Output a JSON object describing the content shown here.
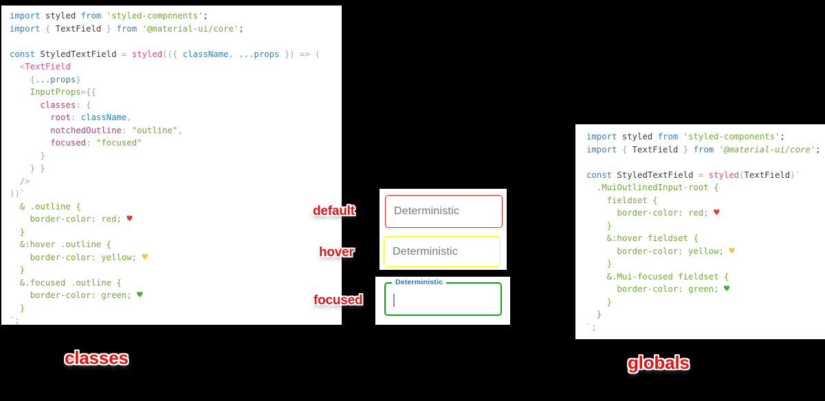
{
  "captions": {
    "left": "classes",
    "right": "globals"
  },
  "demo": {
    "field_text": "Deterministic",
    "state_labels": {
      "default": "default",
      "hover": "hover",
      "focused": "focused"
    },
    "colors": {
      "border_default": "#fb2020",
      "border_hover": "#ffff00",
      "border_focused": "#0da513",
      "focused_label": "#1a73e8",
      "idle_label": "#767676",
      "annotation_red": "#ee1010"
    }
  },
  "syntax_colors": {
    "keyword": "#2e7fc2",
    "plain": "#3a3a3a",
    "punctuation": "#a3a3a3",
    "string_css": "#72a837",
    "function": "#e1487d",
    "object_key": "#bc3c72",
    "heart_red": "#e8382d",
    "heart_yellow": "#f6c433",
    "heart_green": "#3fae36"
  },
  "code_left": {
    "lines": [
      [
        [
          "kw",
          "import"
        ],
        [
          "pl",
          " styled "
        ],
        [
          "kw",
          "from"
        ],
        [
          "str",
          " 'styled-components'"
        ],
        [
          "pl",
          ";"
        ]
      ],
      [
        [
          "kw",
          "import"
        ],
        [
          "pu",
          " { "
        ],
        [
          "pl",
          "TextField"
        ],
        [
          "pu",
          " } "
        ],
        [
          "kw",
          "from"
        ],
        [
          "str",
          " '@material-ui/core'"
        ],
        [
          "pl",
          ";"
        ]
      ],
      [],
      [
        [
          "kw",
          "const"
        ],
        [
          "pl",
          " StyledTextField "
        ],
        [
          "pu",
          "= "
        ],
        [
          "fn",
          "styled"
        ],
        [
          "pu",
          "(({ "
        ],
        [
          "kw",
          "className"
        ],
        [
          "pu",
          ", "
        ],
        [
          "kw",
          "...props"
        ],
        [
          "pu",
          " }) => ("
        ]
      ],
      [
        [
          "pu",
          "  <"
        ],
        [
          "tag",
          "TextField"
        ]
      ],
      [
        [
          "pu",
          "    {"
        ],
        [
          "kw",
          "...props"
        ],
        [
          "pu",
          "}"
        ]
      ],
      [
        [
          "attr",
          "    InputProps"
        ],
        [
          "pu",
          "={{"
        ]
      ],
      [
        [
          "key",
          "      classes"
        ],
        [
          "pu",
          ": {"
        ]
      ],
      [
        [
          "key",
          "        root"
        ],
        [
          "pu",
          ": "
        ],
        [
          "kw",
          "className"
        ],
        [
          "pu",
          ","
        ]
      ],
      [
        [
          "key",
          "        notchedOutline"
        ],
        [
          "pu",
          ": "
        ],
        [
          "str",
          "\"outline\""
        ],
        [
          "pu",
          ","
        ]
      ],
      [
        [
          "key",
          "        focused"
        ],
        [
          "pu",
          ": "
        ],
        [
          "str",
          "\"focused\""
        ]
      ],
      [
        [
          "pu",
          "      }"
        ]
      ],
      [
        [
          "pu",
          "    } }"
        ]
      ],
      [
        [
          "pu",
          "  />"
        ]
      ],
      [
        [
          "pu",
          "))`"
        ]
      ],
      [
        [
          "str",
          "  & .outline {"
        ]
      ],
      [
        [
          "str",
          "    border-color: red; "
        ],
        [
          "hred",
          "♥"
        ]
      ],
      [
        [
          "str",
          "  }"
        ]
      ],
      [
        [
          "str",
          "  &:hover .outline {"
        ]
      ],
      [
        [
          "str",
          "    border-color: yellow; "
        ],
        [
          "hyel",
          "♥"
        ]
      ],
      [
        [
          "str",
          "  }"
        ]
      ],
      [
        [
          "str",
          "  &.focused .outline {"
        ]
      ],
      [
        [
          "str",
          "    border-color: green; "
        ],
        [
          "hgrn",
          "♥"
        ]
      ],
      [
        [
          "str",
          "  }"
        ]
      ],
      [
        [
          "pu",
          "`;"
        ]
      ]
    ]
  },
  "code_right": {
    "lines": [
      [
        [
          "kw",
          "import"
        ],
        [
          "pl",
          " styled "
        ],
        [
          "kw",
          "from"
        ],
        [
          "str",
          " 'styled-components'"
        ],
        [
          "pl",
          ";"
        ]
      ],
      [
        [
          "kw",
          "import"
        ],
        [
          "pu",
          " { "
        ],
        [
          "pl",
          "TextField"
        ],
        [
          "pu",
          " } "
        ],
        [
          "kw",
          "from"
        ],
        [
          "stri",
          " '@material-ui/core'"
        ],
        [
          "pl",
          ";"
        ]
      ],
      [],
      [
        [
          "kw",
          "const"
        ],
        [
          "pl",
          " StyledTextField "
        ],
        [
          "pu",
          "= "
        ],
        [
          "fn",
          "styled"
        ],
        [
          "pu",
          "("
        ],
        [
          "pl",
          "TextField"
        ],
        [
          "pu",
          ")`"
        ]
      ],
      [
        [
          "str",
          "  .MuiOutlinedInput-root {"
        ]
      ],
      [
        [
          "str",
          "    fieldset {"
        ]
      ],
      [
        [
          "str",
          "      border-color: red; "
        ],
        [
          "hred",
          "♥"
        ]
      ],
      [
        [
          "str",
          "    }"
        ]
      ],
      [
        [
          "str",
          "    &:hover fieldset {"
        ]
      ],
      [
        [
          "str",
          "      border-color: yellow; "
        ],
        [
          "hyel",
          "♥"
        ]
      ],
      [
        [
          "str",
          "    }"
        ]
      ],
      [
        [
          "str",
          "    &.Mui-focused fieldset {"
        ]
      ],
      [
        [
          "str",
          "      border-color: green; "
        ],
        [
          "hgrn",
          "♥"
        ]
      ],
      [
        [
          "str",
          "    }"
        ]
      ],
      [
        [
          "str",
          "  }"
        ]
      ],
      [
        [
          "pu",
          "`;"
        ]
      ]
    ]
  }
}
